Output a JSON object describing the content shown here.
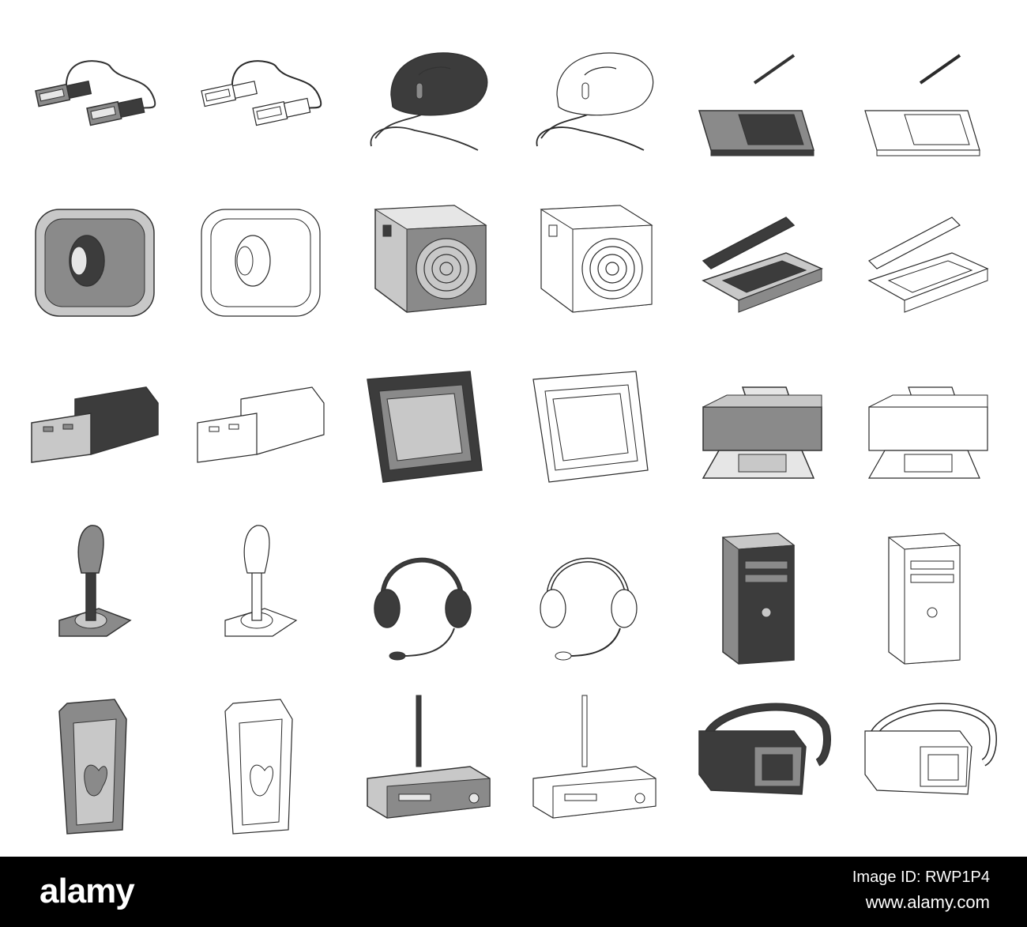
{
  "footer": {
    "logo": "alamy",
    "image_id": "Image ID: RWP1P4",
    "site": "www.alamy.com"
  },
  "colors": {
    "background": "#ffffff",
    "footer_bg": "#000000",
    "footer_text": "#ffffff",
    "mono_dark": "#3c3c3c",
    "mono_mid": "#8a8a8a",
    "mono_light": "#c8c8c8",
    "outline": "#2a2a2a"
  },
  "icons": [
    {
      "name": "usb-cable-mono-icon",
      "style": "mono"
    },
    {
      "name": "usb-cable-outline-icon",
      "style": "outline"
    },
    {
      "name": "computer-mouse-mono-icon",
      "style": "mono"
    },
    {
      "name": "computer-mouse-outline-icon",
      "style": "outline"
    },
    {
      "name": "graphics-tablet-mono-icon",
      "style": "mono"
    },
    {
      "name": "graphics-tablet-outline-icon",
      "style": "outline"
    },
    {
      "name": "webcam-mono-icon",
      "style": "mono"
    },
    {
      "name": "webcam-outline-icon",
      "style": "outline"
    },
    {
      "name": "power-supply-mono-icon",
      "style": "mono"
    },
    {
      "name": "power-supply-outline-icon",
      "style": "outline"
    },
    {
      "name": "scanner-mono-icon",
      "style": "mono"
    },
    {
      "name": "scanner-outline-icon",
      "style": "outline"
    },
    {
      "name": "usb-flash-drive-mono-icon",
      "style": "mono"
    },
    {
      "name": "usb-flash-drive-outline-icon",
      "style": "outline"
    },
    {
      "name": "processor-chip-mono-icon",
      "style": "mono"
    },
    {
      "name": "processor-chip-outline-icon",
      "style": "outline"
    },
    {
      "name": "printer-mono-icon",
      "style": "mono"
    },
    {
      "name": "printer-outline-icon",
      "style": "outline"
    },
    {
      "name": "joystick-mono-icon",
      "style": "mono"
    },
    {
      "name": "joystick-outline-icon",
      "style": "outline"
    },
    {
      "name": "headset-mono-icon",
      "style": "mono"
    },
    {
      "name": "headset-outline-icon",
      "style": "outline"
    },
    {
      "name": "system-unit-mono-icon",
      "style": "mono"
    },
    {
      "name": "system-unit-outline-icon",
      "style": "outline"
    },
    {
      "name": "sd-card-mono-icon",
      "style": "mono"
    },
    {
      "name": "sd-card-outline-icon",
      "style": "outline"
    },
    {
      "name": "wifi-router-mono-icon",
      "style": "mono"
    },
    {
      "name": "wifi-router-outline-icon",
      "style": "outline"
    },
    {
      "name": "vr-headset-mono-icon",
      "style": "mono"
    },
    {
      "name": "vr-headset-outline-icon",
      "style": "outline"
    }
  ]
}
